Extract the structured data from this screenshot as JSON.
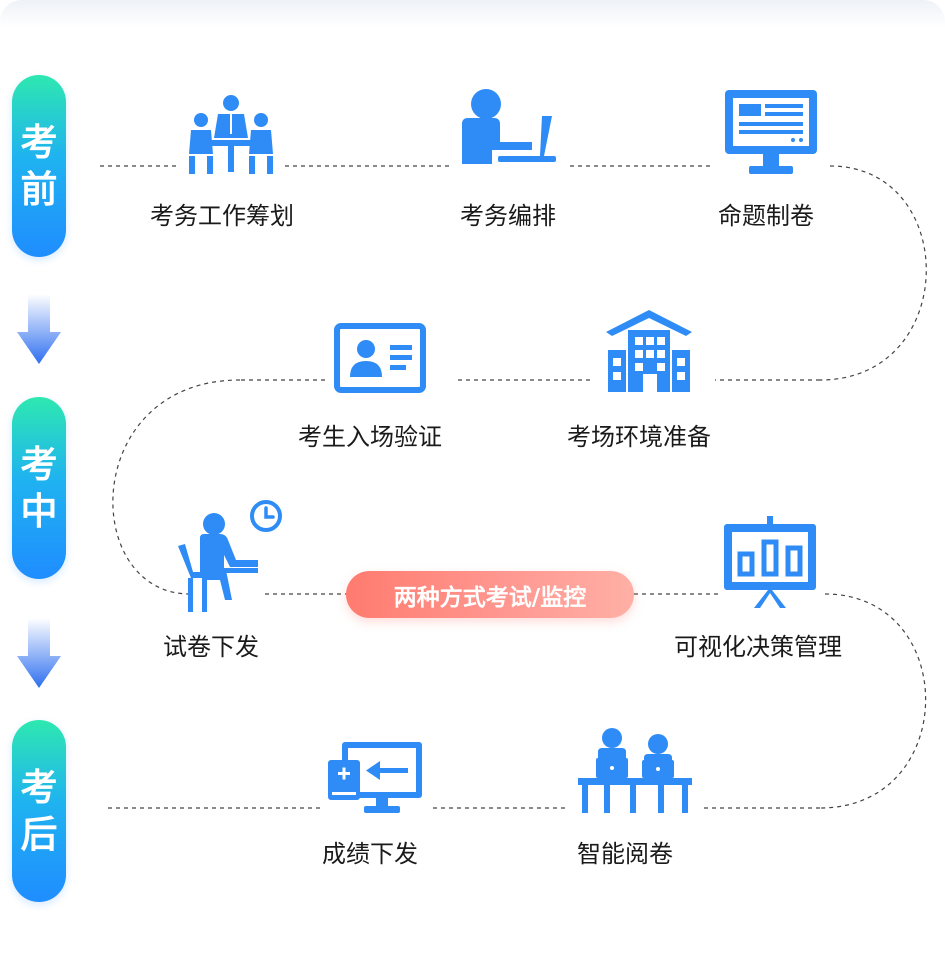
{
  "phases": [
    {
      "char1": "考",
      "char2": "前"
    },
    {
      "char1": "考",
      "char2": "中"
    },
    {
      "char1": "考",
      "char2": "后"
    }
  ],
  "steps": {
    "exam_planning": "考务工作筹划",
    "exam_arrangement": "考务编排",
    "paper_setting": "命题制卷",
    "venue_preparation": "考场环境准备",
    "candidate_verification": "考生入场验证",
    "paper_distribution": "试卷下发",
    "visual_decision": "可视化决策管理",
    "smart_marking": "智能阅卷",
    "score_release": "成绩下发"
  },
  "mode_badge": "两种方式考试/监控",
  "colors": {
    "icon_blue": "#2f8cf6",
    "pill_top": "#2ee8b0",
    "pill_bottom": "#1f8dff",
    "badge": "#ff8a80"
  },
  "icons": [
    "meeting-icon",
    "typing-laptop-icon",
    "monitor-document-icon",
    "school-building-icon",
    "id-card-icon",
    "exam-taker-clock-icon",
    "presentation-chart-icon",
    "marking-teachers-icon",
    "score-transfer-icon"
  ]
}
